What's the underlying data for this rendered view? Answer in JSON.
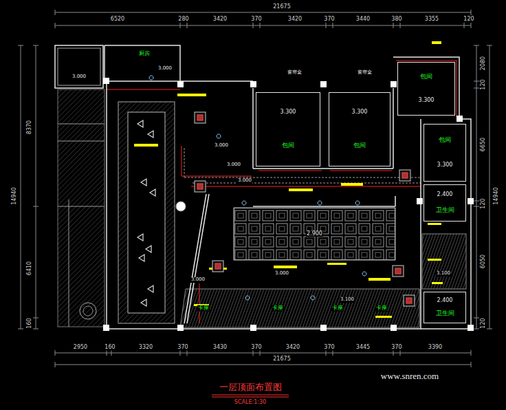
{
  "diagram": {
    "title": "一层顶面布置图",
    "caption": "SCALE:1:30",
    "nodes": [
      {
        "text": [
          "3.300",
          "包间"
        ]
      },
      {
        "text": [
          "3.300",
          "包间"
        ]
      },
      {
        "text": [
          "包间",
          "3.300"
        ]
      },
      {
        "text": [
          "包间",
          "3.300"
        ]
      },
      {
        "text": [
          "2.400",
          "卫生间"
        ]
      },
      {
        "text": [
          "2.400",
          "卫生间"
        ]
      },
      {
        "text": [
          "2.900"
        ]
      }
    ],
    "labels": [
      "21675",
      "6520",
      "280",
      "3420",
      "370",
      "3420",
      "370",
      "3440",
      "380",
      "3355",
      "120",
      "2950",
      "160",
      "3320",
      "370",
      "3430",
      "370",
      "3420",
      "370",
      "3445",
      "370",
      "3390",
      "21675",
      "8370",
      "14940",
      "6410",
      "160",
      "2080",
      "120",
      "6650",
      "14940",
      "120",
      "6050",
      "120",
      "3.000",
      "3.000",
      "3.000",
      "3.000",
      "3.000",
      "3.000",
      "3.000",
      "3.100",
      "3.100",
      "厨房",
      "窗帘盒",
      "窗帘盒",
      "卡座",
      "卡座",
      "卡座",
      "卡座",
      "www.snren.com"
    ]
  }
}
